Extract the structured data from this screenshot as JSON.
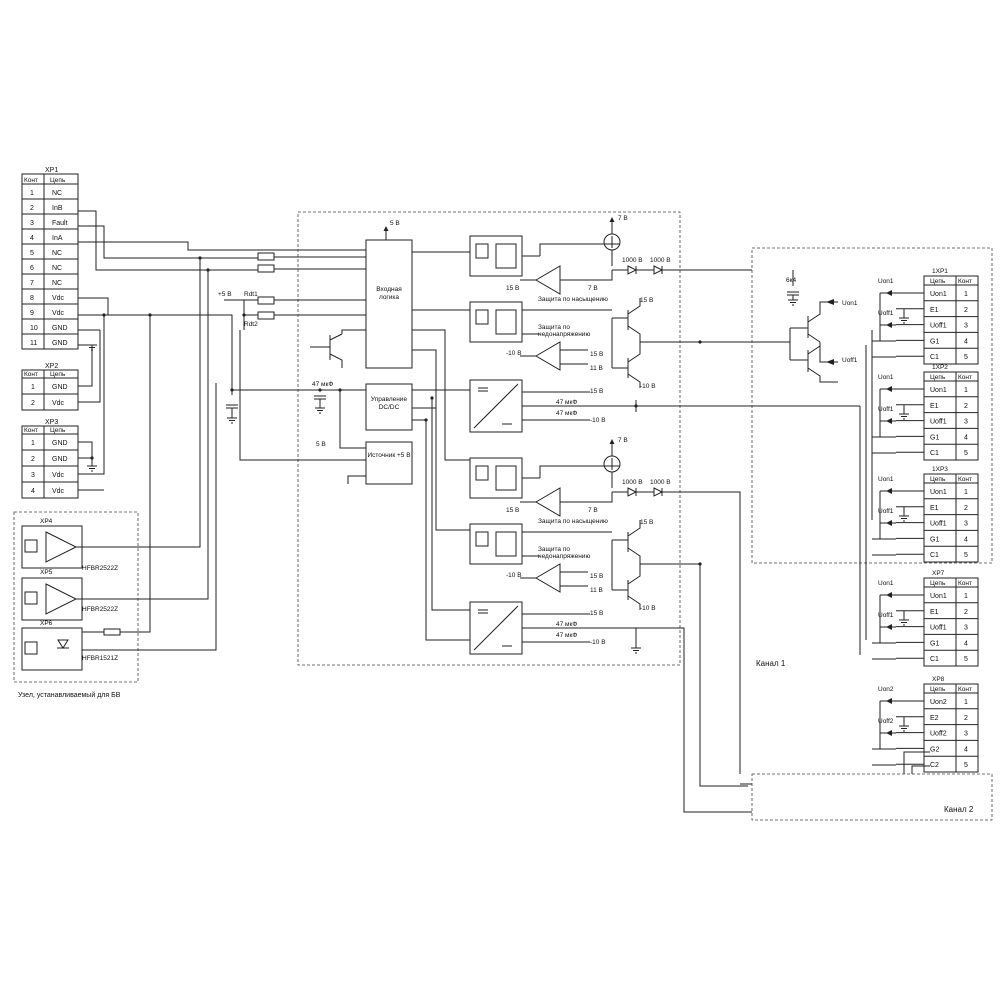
{
  "xp1": {
    "title": "XP1",
    "col_pin": "Конт",
    "col_net": "Цепь",
    "rows": [
      {
        "pin": "1",
        "net": "NC"
      },
      {
        "pin": "2",
        "net": "InB"
      },
      {
        "pin": "3",
        "net": "Fault"
      },
      {
        "pin": "4",
        "net": "InA"
      },
      {
        "pin": "5",
        "net": "NC"
      },
      {
        "pin": "6",
        "net": "NC"
      },
      {
        "pin": "7",
        "net": "NC"
      },
      {
        "pin": "8",
        "net": "Vdc"
      },
      {
        "pin": "9",
        "net": "Vdc"
      },
      {
        "pin": "10",
        "net": "GND"
      },
      {
        "pin": "11",
        "net": "GND"
      }
    ]
  },
  "xp2": {
    "title": "XP2",
    "rows": [
      {
        "pin": "1",
        "net": "GND"
      },
      {
        "pin": "2",
        "net": "Vdc"
      }
    ]
  },
  "xp3": {
    "title": "XP3",
    "rows": [
      {
        "pin": "1",
        "net": "GND"
      },
      {
        "pin": "2",
        "net": "GND"
      },
      {
        "pin": "3",
        "net": "Vdc"
      },
      {
        "pin": "4",
        "net": "Vdc"
      }
    ]
  },
  "optic": {
    "xp4_title": "XP4",
    "xp4_part": "HFBR2522Z",
    "xp5_title": "XP5",
    "xp5_part": "HFBR2522Z",
    "xp6_title": "XP6",
    "xp6_part": "HFBR1521Z",
    "caption": "Узел, устанавливаемый для БВ"
  },
  "core": {
    "v5_top": "5 В",
    "input_logic": "Входная логика",
    "v5_left": "+5 В",
    "r1": "Rdt1",
    "r2": "Rdt2",
    "cap_47": "47 мкФ",
    "dcdc": "Управление DC/DC",
    "v5_src": "5 В",
    "source5": "Источник +5 В"
  },
  "ch1": {
    "v5": "5 В",
    "v7": "7 В",
    "d1": "1000 В",
    "d2": "1000 В",
    "v7b": "7 В",
    "v15a": "15 В",
    "sat": "Защита по насыщению",
    "under": "Защита по недонапряжению",
    "v15b": "15 В",
    "v11": "11 В",
    "vm10a": "-10 В",
    "v15c": "15 В",
    "vm10c": "-10 В",
    "v15d": "15 В",
    "cap1": "47 мкФ",
    "cap2": "47 мкФ",
    "vm10d": "-10 В"
  },
  "ch2": {
    "v5": "5 В",
    "v7": "7 В",
    "d1": "1000 В",
    "d2": "1000 В",
    "v7b": "7 В",
    "v15a": "15 В",
    "sat": "Защита по насыщению",
    "under": "Защита по недонапряжению",
    "v15b": "15 В",
    "v11": "11 В",
    "vm10a": "-10 В",
    "v15c": "15 В",
    "vm10c": "-10 В",
    "v15d": "15 В",
    "cap1": "47 мкФ",
    "cap2": "47 мкФ",
    "vm10d": "-10 В"
  },
  "output": {
    "cap": "6к4",
    "uon1": "Uon1",
    "uoff1": "Uoff1",
    "channel1": "Канал 1",
    "channel2": "Канал 2"
  },
  "connectors_right": [
    {
      "title": "1XP1",
      "rows": [
        {
          "net": "Uon1",
          "pin": "1"
        },
        {
          "net": "E1",
          "pin": "2"
        },
        {
          "net": "Uoff1",
          "pin": "3"
        },
        {
          "net": "G1",
          "pin": "4"
        },
        {
          "net": "C1",
          "pin": "5"
        }
      ],
      "lbl_on": "Uon1",
      "lbl_off": "Uoff1"
    },
    {
      "title": "1XP2",
      "rows": [
        {
          "net": "Uon1",
          "pin": "1"
        },
        {
          "net": "E1",
          "pin": "2"
        },
        {
          "net": "Uoff1",
          "pin": "3"
        },
        {
          "net": "G1",
          "pin": "4"
        },
        {
          "net": "C1",
          "pin": "5"
        }
      ],
      "lbl_on": "Uon1",
      "lbl_off": "Uoff1"
    },
    {
      "title": "1XP3",
      "rows": [
        {
          "net": "Uon1",
          "pin": "1"
        },
        {
          "net": "E1",
          "pin": "2"
        },
        {
          "net": "Uoff1",
          "pin": "3"
        },
        {
          "net": "G1",
          "pin": "4"
        },
        {
          "net": "C1",
          "pin": "5"
        }
      ],
      "lbl_on": "Uon1",
      "lbl_off": "Uoff1"
    },
    {
      "title": "XP7",
      "rows": [
        {
          "net": "Uon1",
          "pin": "1"
        },
        {
          "net": "E1",
          "pin": "2"
        },
        {
          "net": "Uoff1",
          "pin": "3"
        },
        {
          "net": "G1",
          "pin": "4"
        },
        {
          "net": "C1",
          "pin": "5"
        }
      ],
      "lbl_on": "Uon1",
      "lbl_off": "Uoff1"
    },
    {
      "title": "XP8",
      "rows": [
        {
          "net": "Uon2",
          "pin": "1"
        },
        {
          "net": "E2",
          "pin": "2"
        },
        {
          "net": "Uoff2",
          "pin": "3"
        },
        {
          "net": "G2",
          "pin": "4"
        },
        {
          "net": "C2",
          "pin": "5"
        }
      ],
      "lbl_on": "Uon2",
      "lbl_off": "Uoff2"
    }
  ],
  "right_header": {
    "net": "Цепь",
    "pin": "Конт"
  }
}
